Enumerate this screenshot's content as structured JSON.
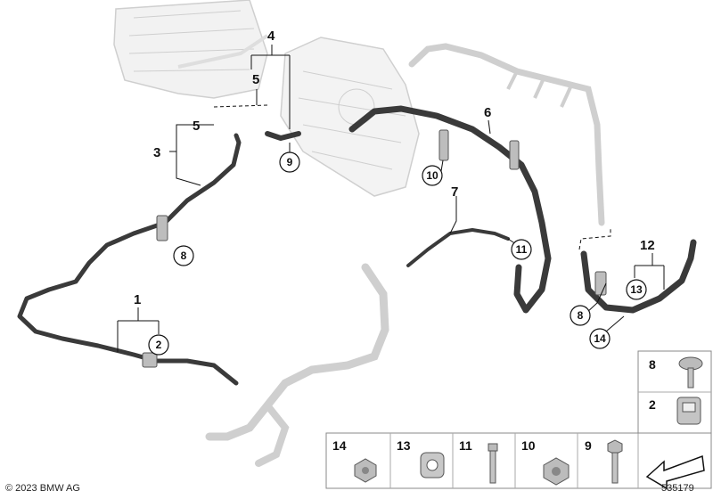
{
  "footer": {
    "copyright": "© 2023 BMW AG",
    "doc_number": "535179"
  },
  "callouts": {
    "c1": "1",
    "c2": "2",
    "c3": "3",
    "c4": "4",
    "c5a": "5",
    "c5b": "5",
    "c6": "6",
    "c7": "7",
    "c8a": "8",
    "c8b": "8",
    "c9": "9",
    "c10": "10",
    "c11": "11",
    "c12": "12",
    "c13": "13",
    "c14": "14"
  },
  "legend": {
    "item_8": "8",
    "item_2": "2",
    "item_14": "14",
    "item_13": "13",
    "item_11": "11",
    "item_10": "10",
    "item_9": "9"
  },
  "colors": {
    "hose": "#3a3a3a",
    "ghost": "#d6d6d6",
    "legend_bg": "#e9e9e9",
    "line": "#111111"
  }
}
